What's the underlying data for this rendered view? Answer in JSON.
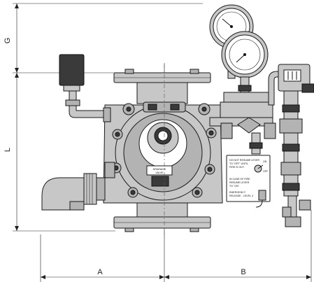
{
  "dimensions": {
    "g_label": "G",
    "l_label": "L",
    "a_label": "A",
    "b_label": "B"
  },
  "plates": {
    "center_label": [
      "DRAINAGE",
      "VALVE"
    ],
    "instruction_lines": [
      "DO NOT RESUME LEVER",
      "TO \"OFF\" UNTIL",
      "FIRE IS OUT",
      "IN CASE OF FIRE",
      "RESUME LEVER",
      "TO \"ON\"",
      "EMERGENCY",
      "RELEASE - LEVEL 4"
    ],
    "switch_on": "ON",
    "switch_off": "OFF"
  },
  "colors": {
    "line": "#1a1a1a",
    "metal": "#c7c7c7",
    "dark_metal": "#3a3a3a",
    "background": "#ffffff"
  }
}
